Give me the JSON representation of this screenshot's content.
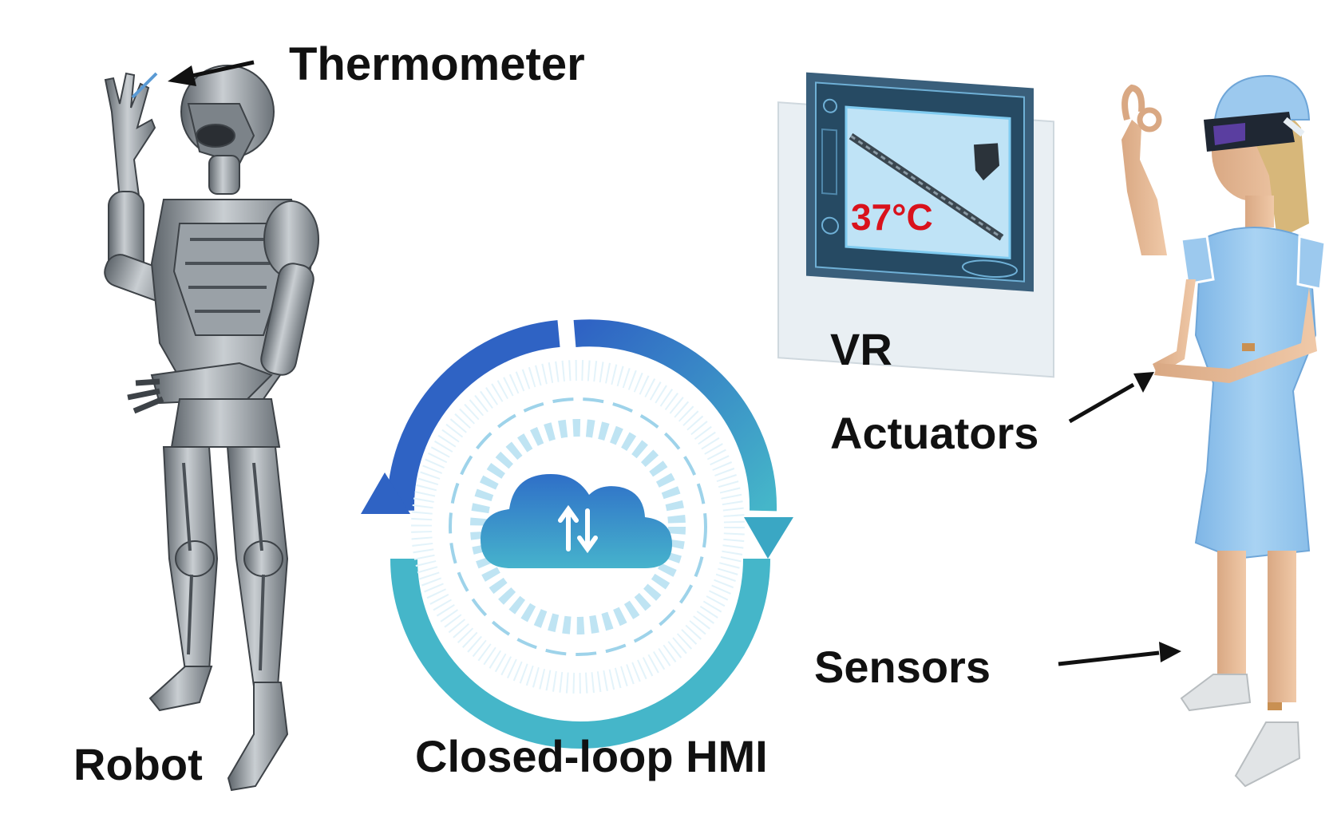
{
  "labels": {
    "thermometer": "Thermometer",
    "vr": "VR",
    "actuators": "Actuators",
    "sensors": "Sensors",
    "robot": "Robot",
    "hmi": "Closed-loop HMI"
  },
  "vr_screen": {
    "temperature": "37°C"
  },
  "colors": {
    "loop_dark": "#2f63c4",
    "loop_light": "#45b6c9",
    "temperature_text": "#d9121c",
    "uniform": "#9cc9ee",
    "robot_metal": "#8f969c",
    "label_text": "#111111"
  },
  "icons": [
    "cloud-sync-icon"
  ]
}
